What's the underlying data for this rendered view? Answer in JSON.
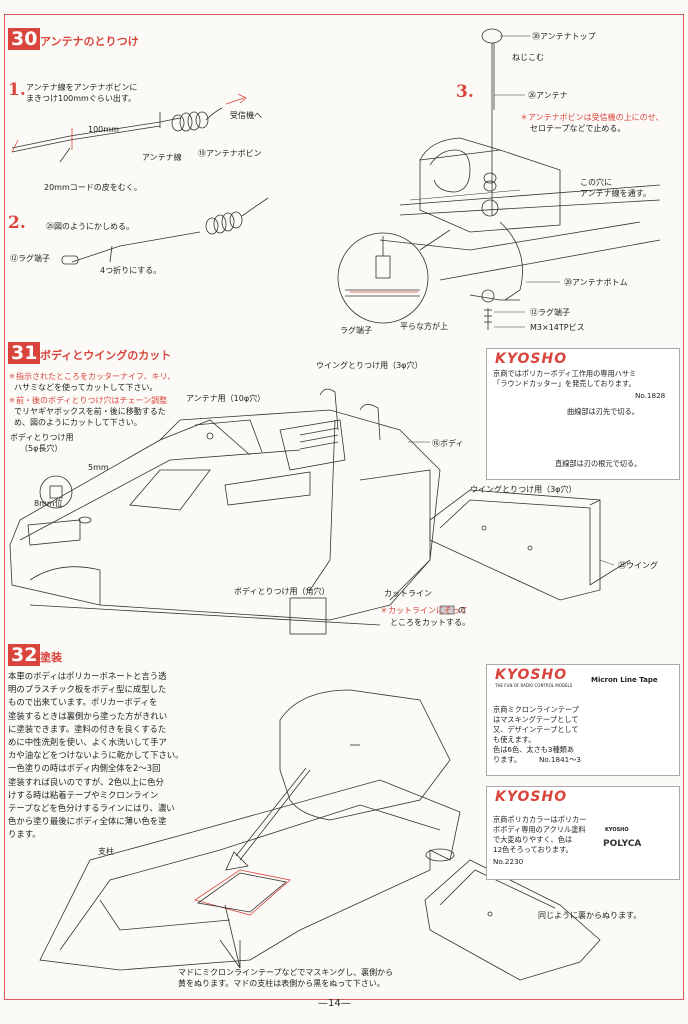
{
  "sec30": {
    "num": "30",
    "title": "アンテナのとりつけ",
    "s1": {
      "num": "1.",
      "text1": "アンテナ線をアンテナボビンに",
      "text2": "まきつけ100mmぐらい出す。",
      "dim": "100mm",
      "receiver": "受信機へ",
      "wire": "アンテナ線",
      "bobbin": "⑲アンテナボビン",
      "strip": "20mmコードの皮をむく。"
    },
    "s2": {
      "num": "2.",
      "text": "㉕図のようにかしめる。",
      "lug": "⑫ラグ端子",
      "fold": "4つ折りにする。"
    },
    "s3": {
      "num": "3.",
      "top": "㉚アンテナトップ",
      "screw_in": "ねじこむ",
      "antenna": "㉖アンテナ",
      "note1": "＊アンテナボビンは受信機の上にのせ、",
      "note2": "セロテープなどで止める。",
      "hole1": "この穴に",
      "hole2": "アンテナ線を通す。",
      "bottom": "⑳アンテナボトム",
      "lug": "⑫ラグ端子",
      "screw": "M3×14TPビス",
      "lug2": "ラグ端子",
      "flat": "平らな方が上"
    }
  },
  "sec31": {
    "num": "31",
    "title": "ボディとウイングのカット",
    "n1a": "＊指示されたところをカッターナイフ、キリ、",
    "n1b": "ハサミなどを使ってカットして下さい。",
    "n2a": "＊前・後のボディとりつけ穴はチェーン調整",
    "n2b": "でリヤギヤボックスを前・後に移動するた",
    "n2c": "め、図のようにカットして下さい。",
    "mount1": "ボディとりつけ用",
    "mount2": "（5φ長穴）",
    "dim5": "5mm",
    "dim8": "8mm位",
    "antenna_hole": "アンテナ用（10φ穴）",
    "wing_mount": "ウイングとりつけ用（3φ穴）",
    "body": "⑯ボディ",
    "square": "ボディとりつけ用（角穴）",
    "cutline": "カットライン",
    "cutnote1": "＊カットラインにそって",
    "cutnote2": "の",
    "cutnote3": "ところをカットする。",
    "wing_mount2": "ウイングとりつけ用（3φ穴）",
    "wing": "㉓ウイング",
    "ad": {
      "logo": "KYOSHO",
      "l1": "京商ではポリカーボディ工作用の専用ハサミ",
      "l2": "「ラウンドカッター」を発売しております。",
      "no": "No.1828",
      "curve": "曲線部は刃先で切る。",
      "straight": "直線部は刃の根元で切る。"
    }
  },
  "sec32": {
    "num": "32",
    "title": "塗装",
    "body": [
      "本車のボディはポリカーボネートと言う透",
      "明のプラスチック板をボディ型に成型した",
      "もので出来ています。ポリカーボディを",
      "塗装するときは裏側から塗った方がきれい",
      "に塗装できます。塗料の付きを良くするた",
      "めに中性洗剤を使い、よく水洗いして手ア",
      "カや油などをつけないように乾かして下さい。",
      "一色塗りの時はボディ内側全体を2〜3回",
      "塗装すれば良いのですが、2色以上に色分",
      "けする時は粘着テープやミクロンライン",
      "テープなどを色分けするラインにはり、濃い",
      "色から塗り最後にボディ全体に薄い色を塗",
      "ります。"
    ],
    "pillar": "支柱",
    "wing_note": "同じように裏からぬります。",
    "bottom1": "マドにミクロンラインテープなどでマスキングし、裏側から",
    "bottom2": "黄をぬります。マドの支柱は表側から黒をぬって下さい。",
    "ad1": {
      "logo": "KYOSHO",
      "tag": "THE FUN OF RADIO CONTROL MODELS",
      "l1": "京商ミクロンラインテープ",
      "l2": "はマスキングテープとして",
      "l3": "又、デザインテープとして",
      "l4": "も使えます。",
      "l5": "色は6色、太さも3種類あ",
      "l6": "ります。",
      "no": "No.1841〜3",
      "box_title": "Micron Line Tape",
      "box_logo": "KYOSHO"
    },
    "ad2": {
      "logo": "KYOSHO",
      "l1": "京商ポリカカラーはポリカー",
      "l2": "ボボディ専用のアクリル塗料",
      "l3": "で大変ぬりやすく、色は",
      "l4": "12色そろっております。",
      "no": "No.2230",
      "jar_logo": "KYOSHO",
      "jar_label": "POLYCA"
    }
  },
  "page": "—14—"
}
